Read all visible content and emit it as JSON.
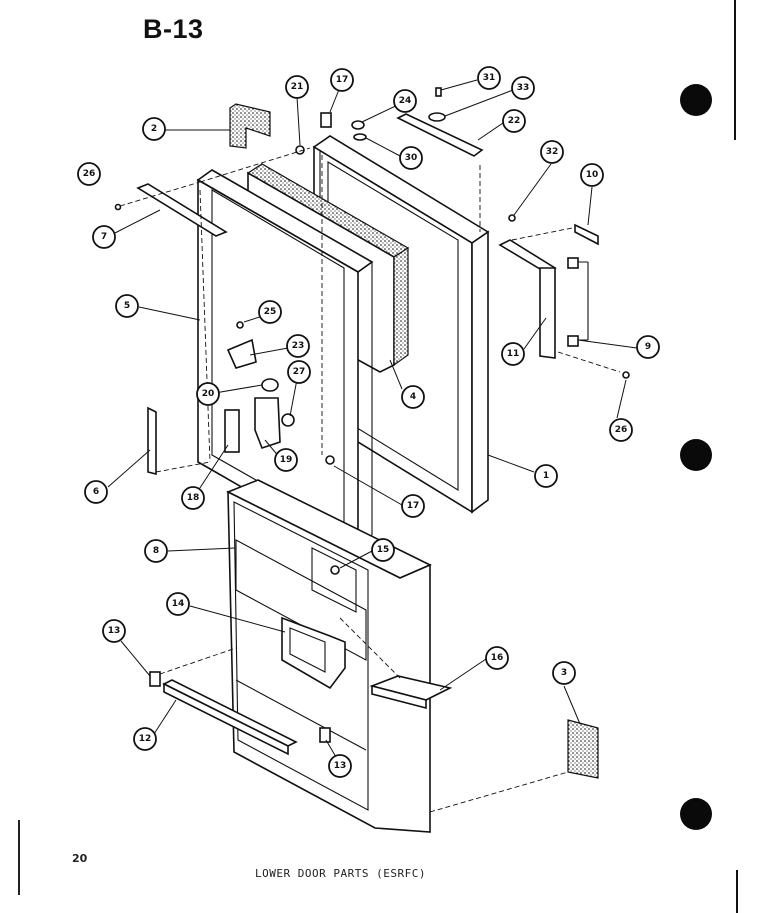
{
  "title": "B-13",
  "page_number": "20",
  "caption": "LOWER DOOR PARTS (ESRFC)",
  "callouts": [
    "1",
    "2",
    "3",
    "4",
    "5",
    "6",
    "7",
    "8",
    "9",
    "10",
    "11",
    "12",
    "13",
    "13",
    "14",
    "15",
    "16",
    "17",
    "17",
    "18",
    "19",
    "20",
    "21",
    "22",
    "23",
    "24",
    "25",
    "26",
    "26",
    "27",
    "30",
    "31",
    "32",
    "33"
  ]
}
